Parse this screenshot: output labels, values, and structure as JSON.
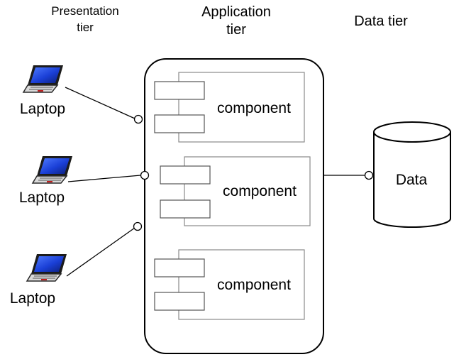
{
  "tiers": {
    "presentation": [
      "Presentation",
      "tier"
    ],
    "application": [
      "Application",
      "tier"
    ],
    "data": "Data tier"
  },
  "laptops": [
    {
      "label": "Laptop"
    },
    {
      "label": "Laptop"
    },
    {
      "label": "Laptop"
    }
  ],
  "components": [
    {
      "label": "component"
    },
    {
      "label": "component"
    },
    {
      "label": "component"
    }
  ],
  "database": {
    "label": "Data"
  },
  "colors": {
    "laptop_screen": "#1a3fd6",
    "laptop_body": "#2b2b2b",
    "stroke": "#000000",
    "box_stroke": "#8a8a8a"
  },
  "icons": {
    "laptop": "laptop-icon",
    "database": "database-cylinder-icon"
  }
}
